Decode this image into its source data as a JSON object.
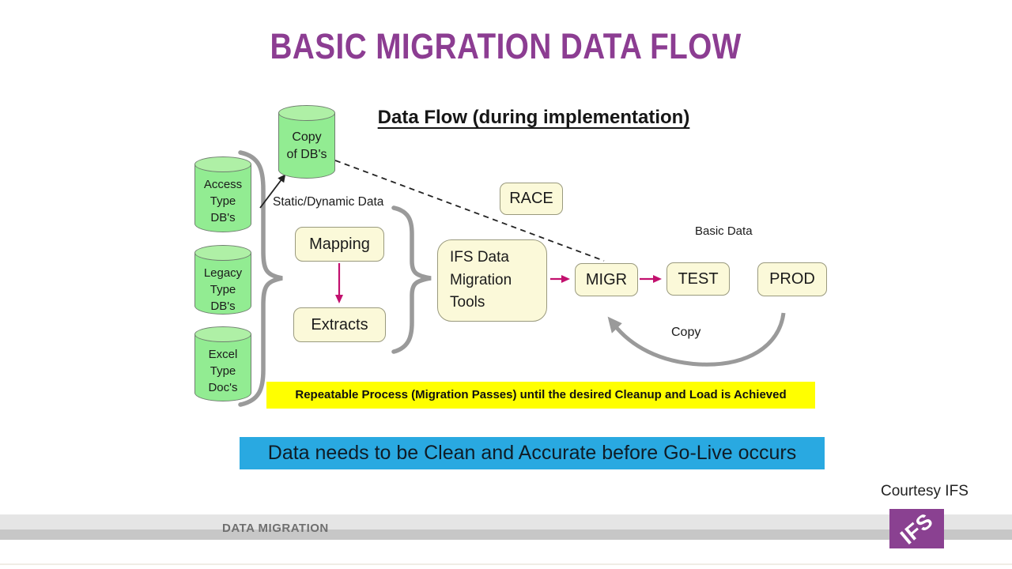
{
  "slide": {
    "title": "BASIC MIGRATION DATA FLOW",
    "subtitle": "Data Flow (during implementation)",
    "courtesy": "Courtesy IFS",
    "footer_label": "DATA MIGRATION",
    "logo_text": "IFS"
  },
  "cylinders": [
    {
      "id": "copy-of-dbs",
      "label": "Copy\nof DB's"
    },
    {
      "id": "access-type-dbs",
      "label": "Access\nType\nDB's"
    },
    {
      "id": "legacy-type-dbs",
      "label": "Legacy\nType\nDB's"
    },
    {
      "id": "excel-type-docs",
      "label": "Excel\nType\nDoc's"
    }
  ],
  "boxes": {
    "race": "RACE",
    "mapping": "Mapping",
    "extracts": "Extracts",
    "tools": "IFS Data\nMigration\nTools",
    "migr": "MIGR",
    "test": "TEST",
    "prod": "PROD"
  },
  "labels": {
    "static_dynamic": "Static/Dynamic Data",
    "basic_data": "Basic Data",
    "copy": "Copy"
  },
  "banners": {
    "repeatable": "Repeatable Process  (Migration Passes) until the desired Cleanup and Load is Achieved",
    "golive": "Data needs to be Clean and Accurate before Go-Live occurs"
  },
  "colors": {
    "title_purple": "#8C3D92",
    "cylinder_fill": "#92EC92",
    "cylinder_top": "#AFF0A6",
    "box_fill": "#FBF9D9",
    "arrow_pink": "#C2106E",
    "gray_connector": "#9A9A9A",
    "banner_yellow": "#FFFF00",
    "banner_blue": "#29A9E1",
    "logo_purple": "#8A4191"
  }
}
